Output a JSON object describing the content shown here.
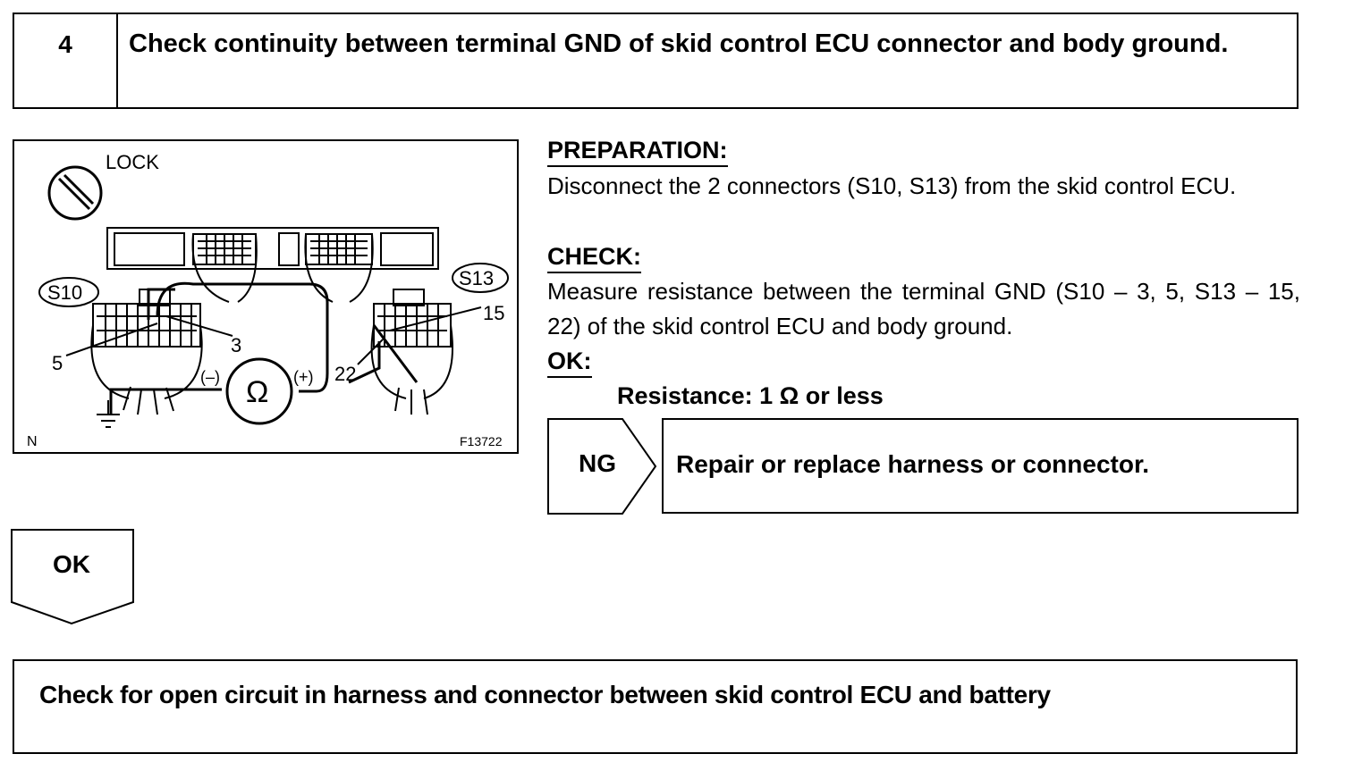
{
  "step": {
    "number": "4",
    "title": "Check continuity between terminal GND of skid control ECU connector and body ground."
  },
  "diagram": {
    "lock_label": "LOCK",
    "connector_s10": "S10",
    "connector_s13": "S13",
    "pin_5": "5",
    "pin_3": "3",
    "pin_15": "15",
    "pin_22": "22",
    "minus_label": "(–)",
    "plus_label": "(+)",
    "ohm_symbol": "Ω",
    "corner_n": "N",
    "figure_id": "F13722",
    "icons": [
      "ignition-lock-icon",
      "ohmmeter-icon",
      "ground-icon"
    ]
  },
  "preparation": {
    "heading": "PREPARATION:",
    "text": "Disconnect the 2 connectors (S10, S13) from the skid control ECU."
  },
  "check": {
    "heading": "CHECK:",
    "text": "Measure resistance between the terminal GND (S10 – 3, 5, S13 – 15, 22) of the skid control ECU and body ground."
  },
  "ok_spec": {
    "heading": "OK:",
    "text": "Resistance: 1 Ω or less"
  },
  "ng": {
    "label": "NG",
    "action": "Repair or replace harness or connector."
  },
  "ok_branch": {
    "label": "OK"
  },
  "next_step": {
    "text": "Check for open circuit in harness and connector between skid control ECU and battery"
  }
}
